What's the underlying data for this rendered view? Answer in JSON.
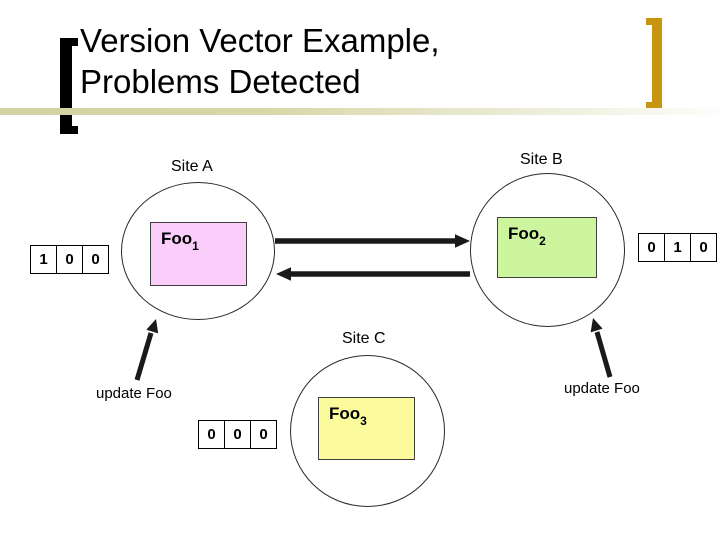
{
  "title": {
    "line1": "Version Vector Example,",
    "line2": "Problems Detected"
  },
  "sites": {
    "site_a": {
      "label": "Site A",
      "file_name": "Foo",
      "file_subscript": "1",
      "version_vector": [
        "1",
        "0",
        "0"
      ]
    },
    "site_b": {
      "label": "Site B",
      "file_name": "Foo",
      "file_subscript": "2",
      "version_vector": [
        "0",
        "1",
        "0"
      ]
    },
    "site_c": {
      "label": "Site C",
      "file_name": "Foo",
      "file_subscript": "3",
      "version_vector": [
        "0",
        "0",
        "0"
      ]
    }
  },
  "annotations": {
    "update_foo_left": "update Foo",
    "update_foo_right": "update Foo"
  },
  "colors": {
    "foo1_fill": "#fbcdfa",
    "foo2_fill": "#ccf59e",
    "foo3_fill": "#fbfb9d",
    "left_bracket": "#000000",
    "right_bracket": "#c9940f",
    "divider": "#d4d4a4",
    "arrow": "#1a1a1a"
  }
}
